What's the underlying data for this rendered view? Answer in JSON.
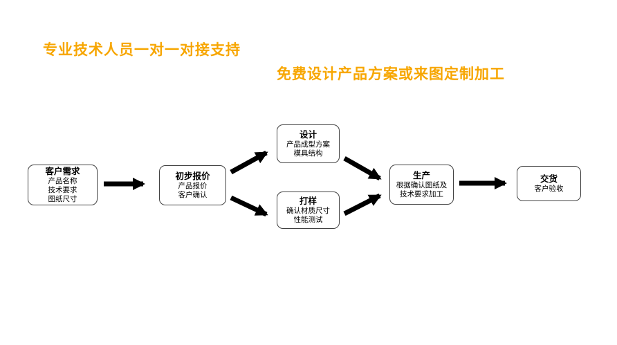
{
  "headings": {
    "line1": "专业技术人员一对一对接支持",
    "line2": "免费设计产品方案或来图定制加工",
    "color": "#F7A600"
  },
  "flowchart": {
    "arrow_color": "#000000",
    "node_border_color": "#404040",
    "nodes": [
      {
        "id": "customer-demand",
        "title": "客户需求",
        "lines": [
          "产品名称",
          "技术要求",
          "图纸尺寸"
        ]
      },
      {
        "id": "initial-quote",
        "title": "初步报价",
        "lines": [
          "产品报价",
          "客户确认"
        ]
      },
      {
        "id": "design",
        "title": "设计",
        "lines": [
          "产品成型方案",
          "模具结构"
        ]
      },
      {
        "id": "sampling",
        "title": "打样",
        "lines": [
          "确认材质尺寸",
          "性能测试"
        ]
      },
      {
        "id": "production",
        "title": "生产",
        "lines": [
          "根据确认图纸及",
          "技术要求加工"
        ]
      },
      {
        "id": "delivery",
        "title": "交货",
        "lines": [
          "客户验收"
        ]
      }
    ],
    "edges": [
      {
        "from": "customer-demand",
        "to": "initial-quote"
      },
      {
        "from": "initial-quote",
        "to": "design"
      },
      {
        "from": "initial-quote",
        "to": "sampling"
      },
      {
        "from": "design",
        "to": "production"
      },
      {
        "from": "sampling",
        "to": "production"
      },
      {
        "from": "production",
        "to": "delivery"
      }
    ]
  }
}
